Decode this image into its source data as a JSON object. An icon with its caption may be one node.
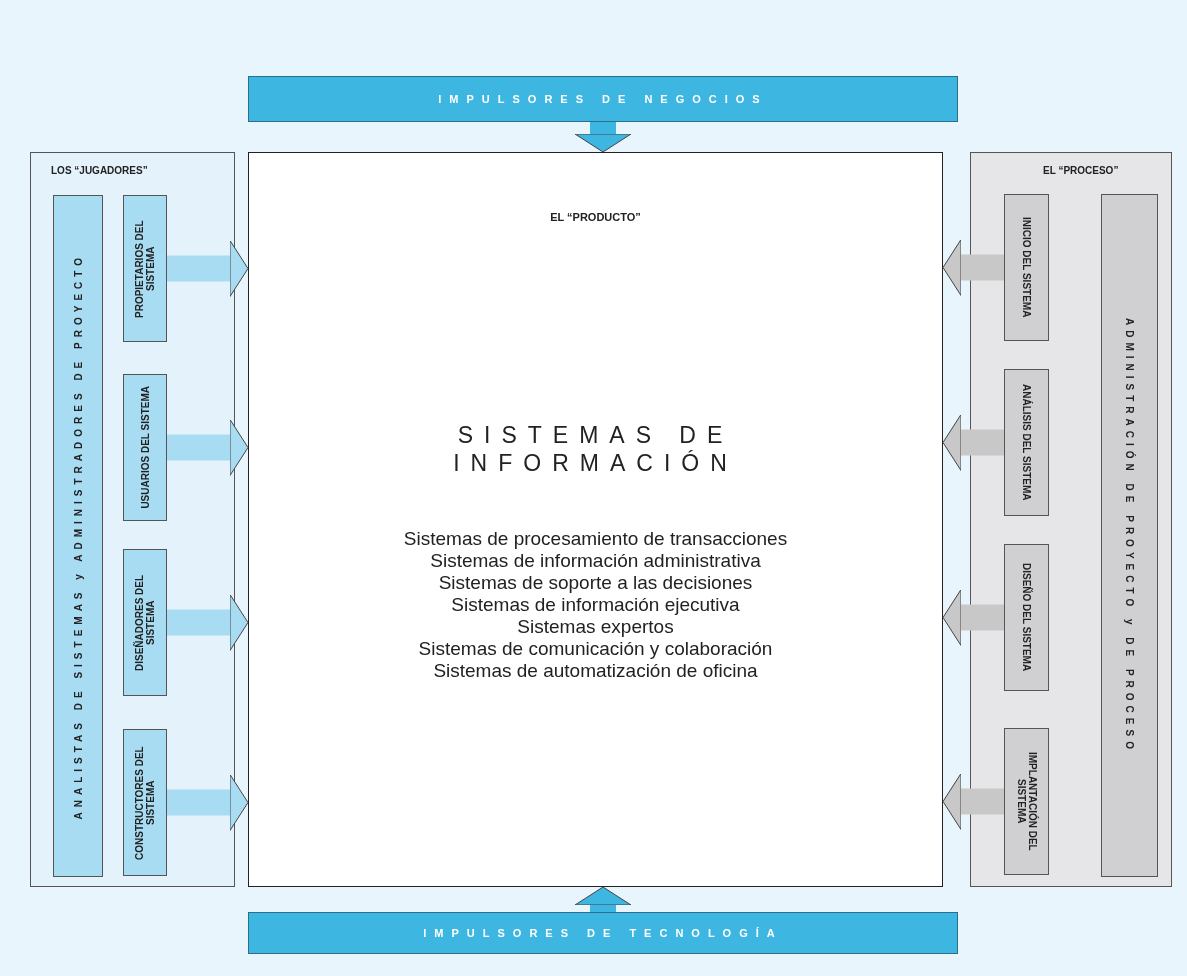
{
  "diagram": {
    "nodes": [
      {
        "text": [
          "IMPULSORES DE NEGOCIOS"
        ]
      },
      {
        "text": [
          "LOS “JUGADORES”"
        ]
      },
      {
        "text": [
          "ANALISTAS DE SISTEMAS y ADMINISTRADORES DE PROYECTO"
        ],
        "in": 1
      },
      {
        "text": [
          "PROPIETARIOS DEL SISTEMA"
        ],
        "in": 1
      },
      {
        "text": [
          "USUARIOS DEL SISTEMA"
        ],
        "in": 1
      },
      {
        "text": [
          "DISEÑADORES DEL SISTEMA"
        ],
        "in": 1
      },
      {
        "text": [
          "CONSTRUCTORES DEL SISTEMA"
        ],
        "in": 1
      },
      {
        "text": [
          "EL “PRODUCTO”",
          "SISTEMAS DE INFORMACIÓN",
          "Sistemas de procesamiento de transacciones",
          "Sistemas de información administrativa",
          "Sistemas de soporte a las decisiones",
          "Sistemas de información ejecutiva",
          "Sistemas expertos",
          "Sistemas de comunicación y colaboración",
          "Sistemas de automatización de oficina"
        ]
      },
      {
        "text": [
          "EL “PROCESO”"
        ]
      },
      {
        "text": [
          "INICIO DEL SISTEMA"
        ],
        "in": 8
      },
      {
        "text": [
          "ANÁLISIS DEL SISTEMA"
        ],
        "in": 8
      },
      {
        "text": [
          "DISEÑO DEL SISTEMA"
        ],
        "in": 8
      },
      {
        "text": [
          "IMPLANTACIÓN DEL SISTEMA"
        ],
        "in": 8
      },
      {
        "text": [
          "ADMINISTRACIÓN DE PROYECTO y DE PROCESO"
        ],
        "in": 8
      },
      {
        "text": [
          "IMPULSORES DE TECNOLOGÍA"
        ]
      }
    ],
    "edges": [
      {
        "from": 0,
        "to": 7,
        "arrow": "to",
        "color": "#3db6e2"
      },
      {
        "from": 3,
        "to": 7,
        "arrow": "to"
      },
      {
        "from": 4,
        "to": 7,
        "arrow": "to"
      },
      {
        "from": 5,
        "to": 7,
        "arrow": "to"
      },
      {
        "from": 6,
        "to": 7,
        "arrow": "to"
      },
      {
        "from": 9,
        "to": 7,
        "arrow": "to",
        "color": "#c8c8c8"
      },
      {
        "from": 10,
        "to": 7,
        "arrow": "to",
        "color": "#c8c8c8"
      },
      {
        "from": 11,
        "to": 7,
        "arrow": "to",
        "color": "#c8c8c8"
      },
      {
        "from": 12,
        "to": 7,
        "arrow": "to",
        "color": "#c8c8c8"
      },
      {
        "from": 14,
        "to": 7,
        "arrow": "to",
        "color": "#3db6e2"
      }
    ]
  }
}
